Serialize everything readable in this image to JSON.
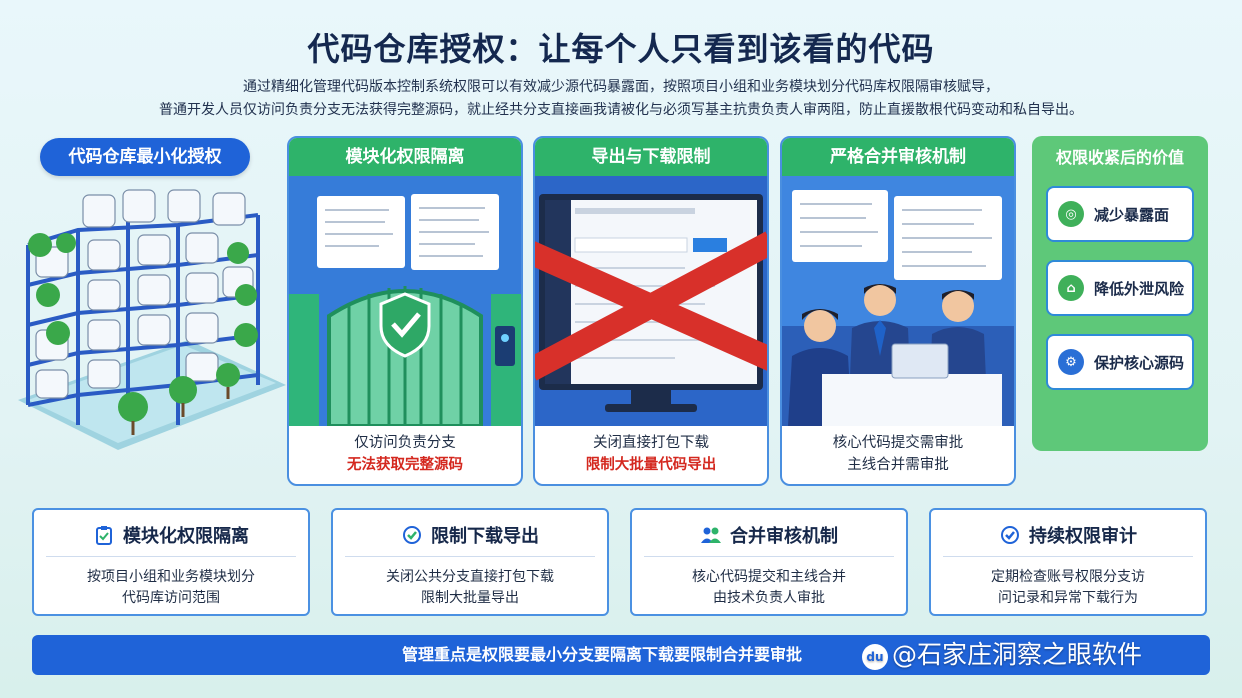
{
  "title": "代码仓库授权：让每个人只看到该看的代码",
  "subtitle_line1": "通过精细化管理代码版本控制系统权限可以有效减少源代码暴露面，按照项目小组和业务模块划分代码库权限隔审核赋导，",
  "subtitle_line2": "普通开发人员仅访问负责分支无法获得完整源码，就止经共分支直接画我请被化与必须写基主抗贵负责人审两阻，防止直援散根代码变动和私自导出。",
  "left_label": "代码仓库最小化授权",
  "panels": [
    {
      "title": "模块化权限隔离",
      "cap1": "仅访问负责分支",
      "cap2": "无法获取完整源码"
    },
    {
      "title": "导出与下载限制",
      "cap1": "关闭直接打包下载",
      "cap2": "限制大批量代码导出"
    },
    {
      "title": "严格合并审核机制",
      "cap1": "核心代码提交需审批",
      "cap2": "主线合并需审批"
    }
  ],
  "value_panel": {
    "title": "权限收紧后的价值",
    "items": [
      {
        "label": "减少暴露面",
        "icon": "target-icon"
      },
      {
        "label": "降低外泄风险",
        "icon": "home-shield-icon"
      },
      {
        "label": "保护核心源码",
        "icon": "gear-icon"
      }
    ]
  },
  "cards": [
    {
      "title": "模块化权限隔离",
      "line1": "按项目小组和业务模块划分",
      "line2": "代码库访问范围",
      "icon": "clipboard-icon"
    },
    {
      "title": "限制下载导出",
      "line1": "关闭公共分支直接打包下载",
      "line2": "限制大批量导出",
      "icon": "check-shield-icon"
    },
    {
      "title": "合并审核机制",
      "line1": "核心代码提交和主线合并",
      "line2": "由技术负责人审批",
      "icon": "people-icon"
    },
    {
      "title": "持续权限审计",
      "line1": "定期检查账号权限分支访",
      "line2": "问记录和异常下载行为",
      "icon": "check-circle-icon"
    }
  ],
  "bottom_message": "管理重点是权限要最小分支要隔离下载要限制合并要审批",
  "watermark": "@石家庄洞察之眼软件",
  "watermark_logo": "du",
  "colors": {
    "primary": "#1f63d8",
    "green": "#5ec879",
    "red": "#d4281f",
    "panel_border": "#4a8fe0"
  }
}
